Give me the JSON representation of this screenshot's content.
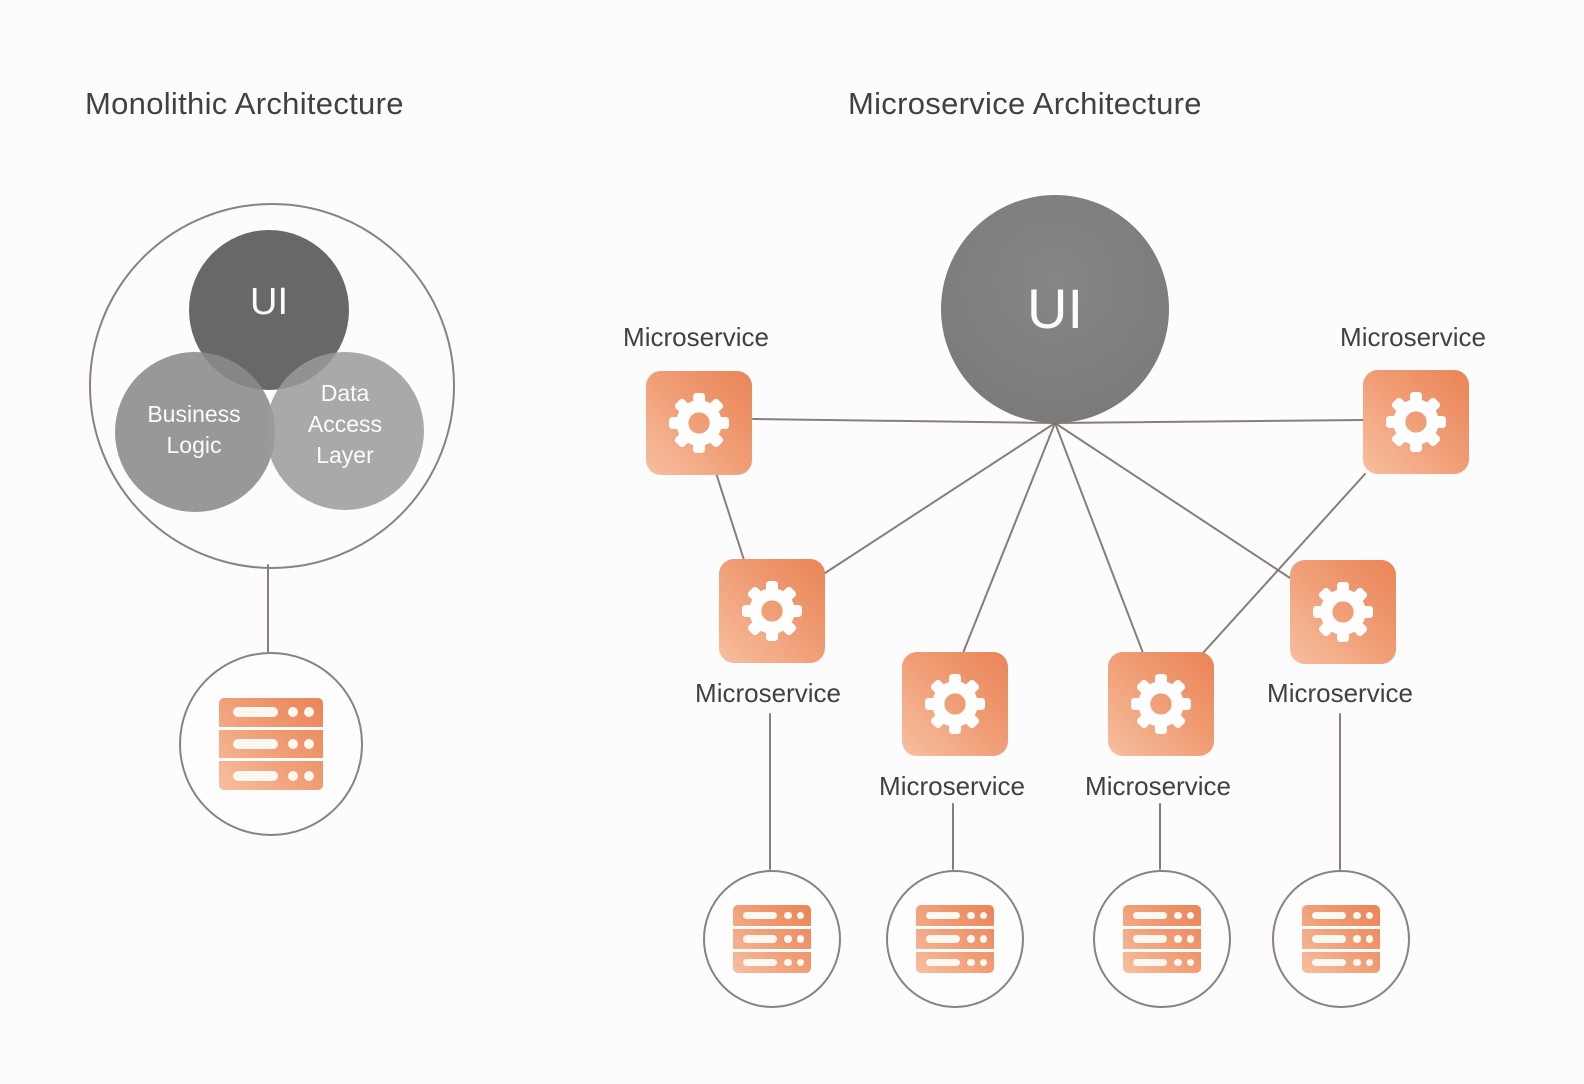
{
  "left_panel": {
    "title": "Monolithic Architecture",
    "venn": {
      "ui_label": "UI",
      "business_label": "Business Logic",
      "data_access_label": "Data Access Layer"
    },
    "database": {
      "icon": "server-rack-icon"
    }
  },
  "right_panel": {
    "title": "Microservice Architecture",
    "ui_label": "UI",
    "services": [
      {
        "label": "Microservice",
        "icon": "gear-icon",
        "position": "top-left"
      },
      {
        "label": "Microservice",
        "icon": "gear-icon",
        "position": "top-right"
      },
      {
        "label": "Microservice",
        "icon": "gear-icon",
        "position": "mid-left"
      },
      {
        "label": "Microservice",
        "icon": "gear-icon",
        "position": "mid-right"
      },
      {
        "label": "Microservice",
        "icon": "gear-icon",
        "position": "center-left"
      },
      {
        "label": "Microservice",
        "icon": "gear-icon",
        "position": "center-right"
      }
    ],
    "databases": [
      {
        "icon": "server-rack-icon"
      },
      {
        "icon": "server-rack-icon"
      },
      {
        "icon": "server-rack-icon"
      },
      {
        "icon": "server-rack-icon"
      }
    ]
  },
  "colors": {
    "background": "#fcfcfc",
    "text": "#3e4245",
    "connector_line": "#7d706b",
    "circle_border": "#8d8080",
    "orange_gradient_start": "#ea8457",
    "orange_gradient_end": "#f7bf9f",
    "ui_circle_gray": "#7d7b7a",
    "venn_ui_gray": "#6a6867"
  }
}
